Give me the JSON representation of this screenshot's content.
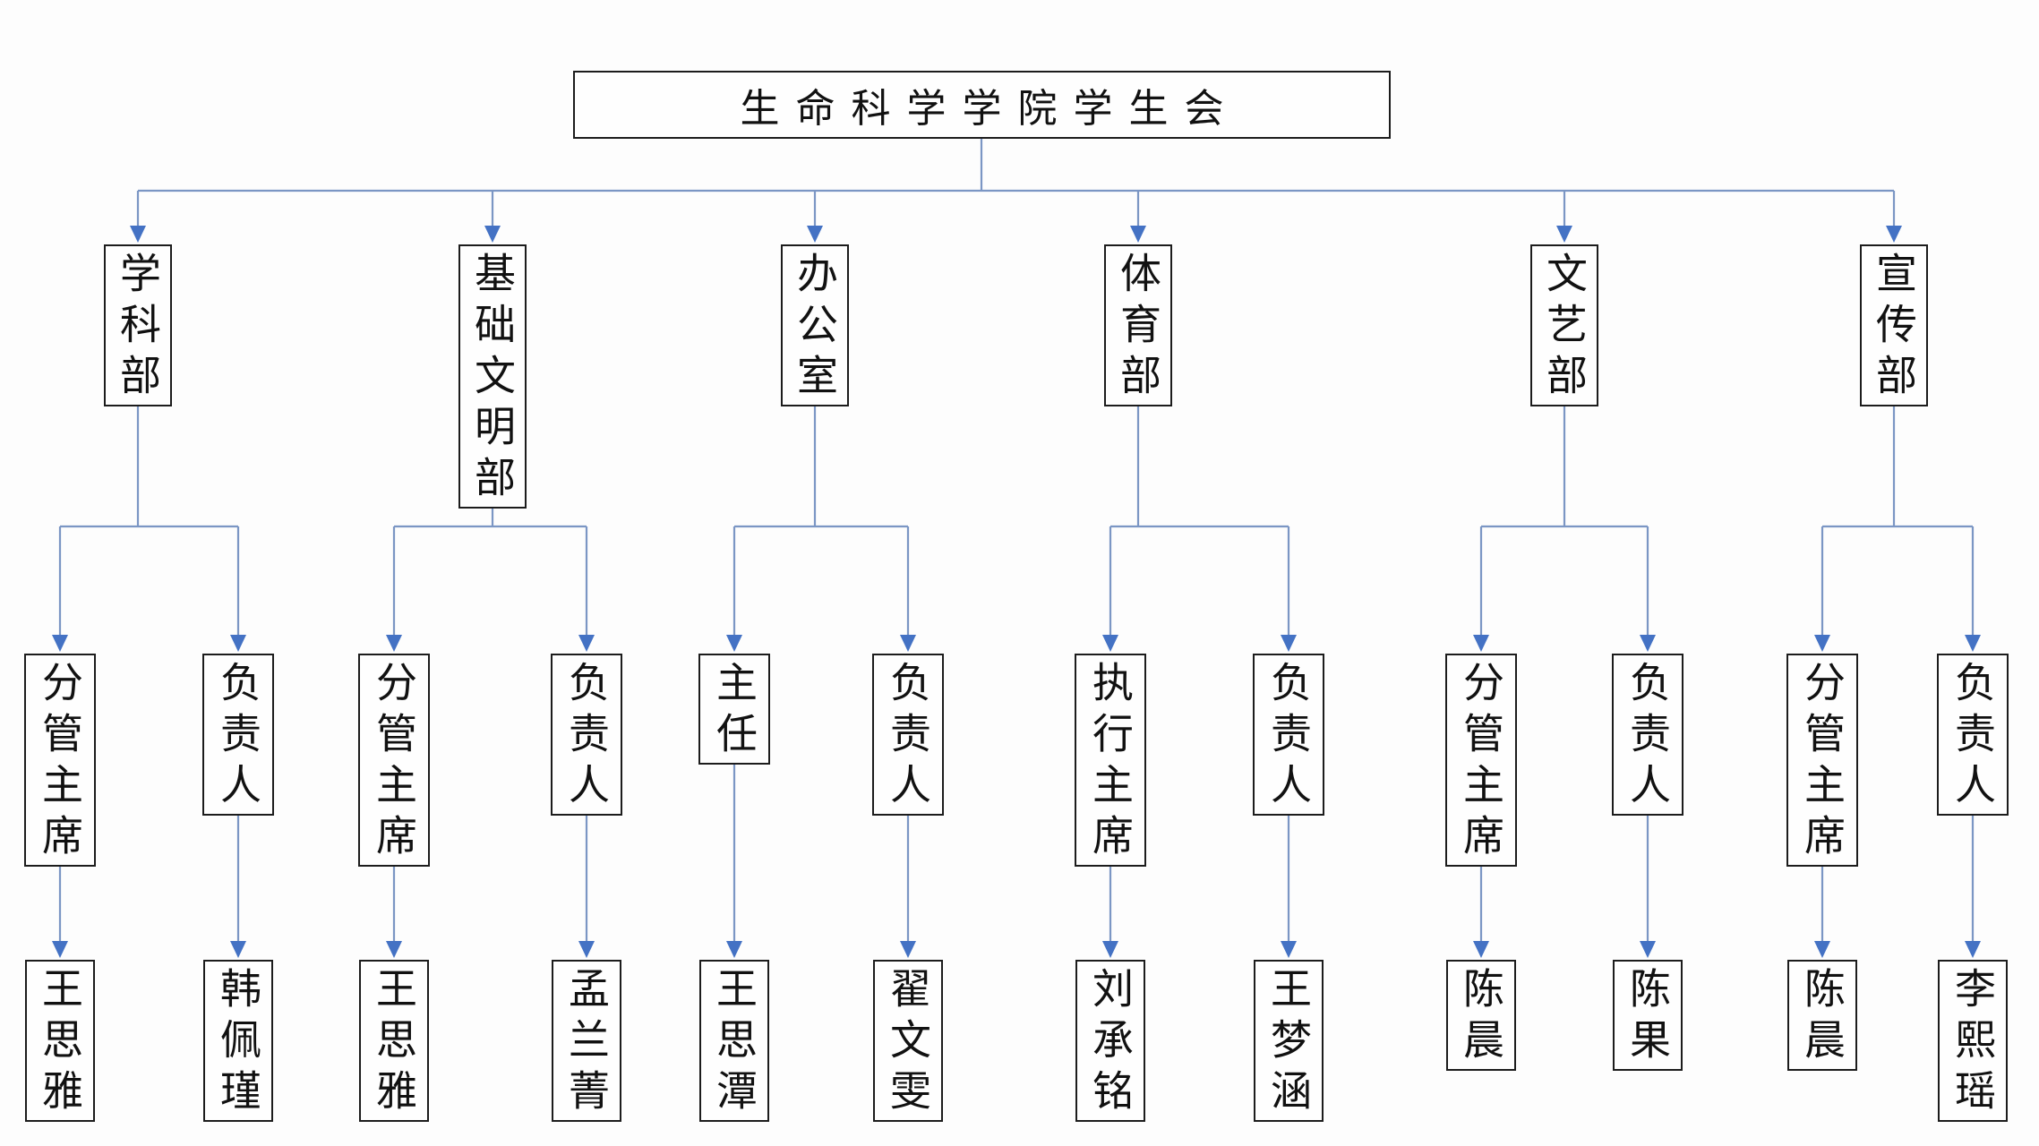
{
  "title": "生命科学学院学生会",
  "departments": [
    {
      "label": "学科部",
      "children": [
        {
          "role": "分管主席",
          "person": "王思雅"
        },
        {
          "role": "负责人",
          "person": "韩佩瑾"
        }
      ]
    },
    {
      "label": "基础文明部",
      "children": [
        {
          "role": "分管主席",
          "person": "王思雅"
        },
        {
          "role": "负责人",
          "person": "孟兰菁"
        }
      ]
    },
    {
      "label": "办公室",
      "children": [
        {
          "role": "主任",
          "person": "王思潭"
        },
        {
          "role": "负责人",
          "person": "翟文雯"
        }
      ]
    },
    {
      "label": "体育部",
      "children": [
        {
          "role": "执行主席",
          "person": "刘承铭"
        },
        {
          "role": "负责人",
          "person": "王梦涵"
        }
      ]
    },
    {
      "label": "文艺部",
      "children": [
        {
          "role": "分管主席",
          "person": "陈晨"
        },
        {
          "role": "负责人",
          "person": "陈果"
        }
      ]
    },
    {
      "label": "宣传部",
      "children": [
        {
          "role": "分管主席",
          "person": "陈晨"
        },
        {
          "role": "负责人",
          "person": "李熙瑶"
        }
      ]
    }
  ],
  "colors": {
    "line": "#7b96c4",
    "arrow": "#4472c4",
    "border": "#1c1c1c",
    "background": "#fdfdfd",
    "text": "#111111"
  }
}
